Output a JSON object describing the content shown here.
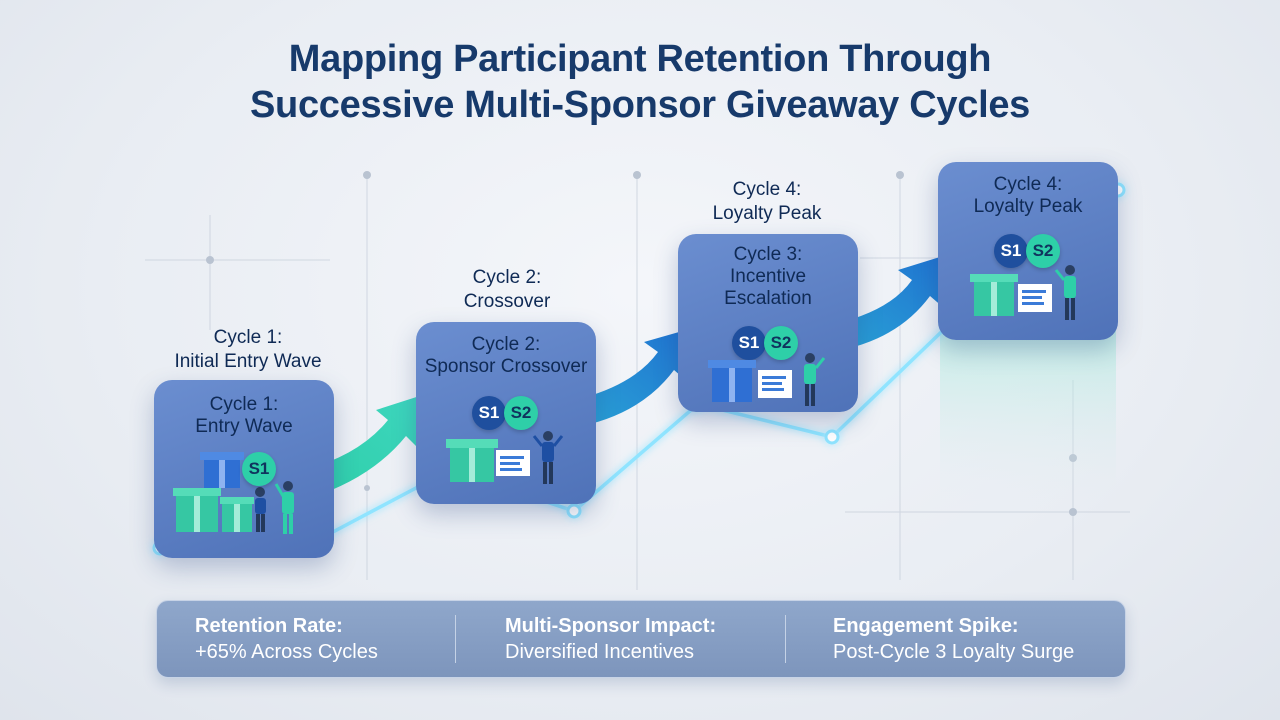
{
  "title": {
    "line1": "Mapping Participant Retention Through",
    "line2": "Successive Multi-Sponsor Giveaway Cycles"
  },
  "cycles": [
    {
      "above_line1": "Cycle 1:",
      "above_line2": "Initial Entry Wave",
      "card_line1": "Cycle 1:",
      "card_line2": "Entry Wave",
      "card_line3": "",
      "sponsors": [
        "S1"
      ]
    },
    {
      "above_line1": "Cycle 2:",
      "above_line2": "Crossover",
      "card_line1": "Cycle 2:",
      "card_line2": "Sponsor Crossover",
      "card_line3": "",
      "sponsors": [
        "S1",
        "S2"
      ]
    },
    {
      "above_line1": "Cycle 4:",
      "above_line2": "Loyalty Peak",
      "card_line1": "Cycle 3:",
      "card_line2": "Incentive",
      "card_line3": "Escalation",
      "sponsors": [
        "S1",
        "S2"
      ]
    },
    {
      "above_line1": "",
      "above_line2": "",
      "card_line1": "Cycle 4:",
      "card_line2": "Loyalty Peak",
      "card_line3": "",
      "sponsors": [
        "S1",
        "S2"
      ]
    }
  ],
  "summary": [
    {
      "label": "Retention Rate:",
      "value": "+65% Across Cycles"
    },
    {
      "label": "Multi-Sponsor Impact:",
      "value": "Diversified Incentives"
    },
    {
      "label": "Engagement Spike:",
      "value": "Post-Cycle 3 Loyalty Surge"
    }
  ],
  "colors": {
    "title": "#173a6b",
    "card": "#5a7dc2",
    "teal": "#2ecfa8",
    "blue_arrow": "#1f6fd0",
    "line_glow": "#8fe4ff"
  },
  "icons": [
    "gift-icon",
    "person-icon",
    "document-icon",
    "arrow-icon"
  ]
}
